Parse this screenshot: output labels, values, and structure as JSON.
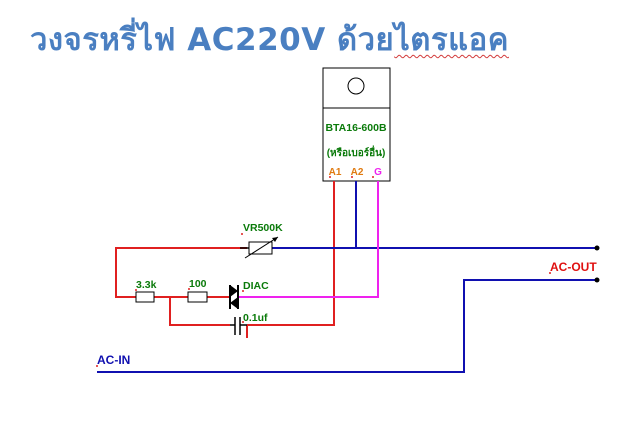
{
  "title": {
    "prefix": "วงจรหรี่ไฟ AC220V ด้วย",
    "suffix": "ไตรแอค"
  },
  "triac": {
    "part": "BTA16-600B",
    "note": "(หรือเบอร์อื่น)",
    "pin_a1": "A1",
    "pin_a2": "A2",
    "pin_g": "G"
  },
  "components": {
    "vr": "VR500K",
    "r1": "3.3k",
    "r2": "100",
    "diac": "DIAC",
    "cap": "0.1uf"
  },
  "terminals": {
    "ac_out": "AC-OUT",
    "ac_in": "AC-IN"
  },
  "colors": {
    "title": "#4a7fc1",
    "wire_red": "#e02020",
    "wire_blue": "#1010b0",
    "wire_magenta": "#ee22ee",
    "pin_label": "#e07a10",
    "component_label": "#0a7a0a",
    "terminal_out": "#e01010",
    "terminal_in": "#1010b0"
  },
  "icons": [
    "triac-package",
    "potentiometer-symbol",
    "resistor-symbol",
    "diac-symbol",
    "capacitor-symbol",
    "terminal-dot"
  ]
}
